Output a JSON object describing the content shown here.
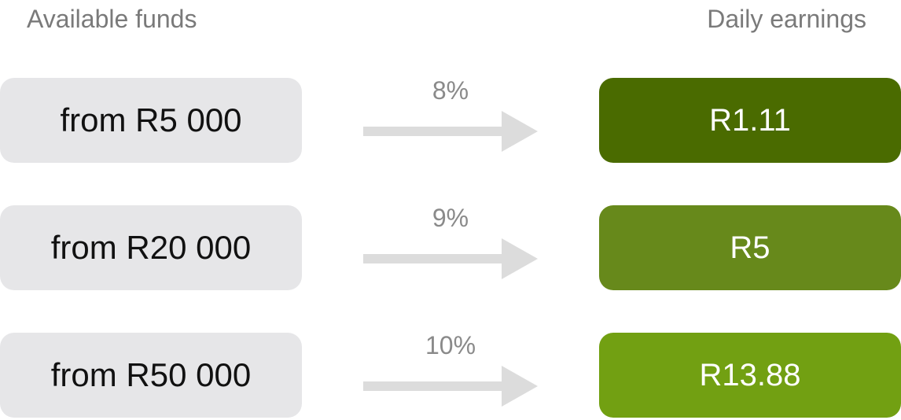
{
  "headers": {
    "left": "Available funds",
    "right": "Daily earnings"
  },
  "tiers": [
    {
      "funds": "from R5 000",
      "rate": "8%",
      "earnings": "R1.11",
      "color": "#4a6b00"
    },
    {
      "funds": "from R20 000",
      "rate": "9%",
      "earnings": "R5",
      "color": "#67891b"
    },
    {
      "funds": "from R50 000",
      "rate": "10%",
      "earnings": "R13.88",
      "color": "#72a012"
    }
  ],
  "colors": {
    "funds_box": "#e6e6e8",
    "arrow": "#dcdcdc",
    "header_text": "#7a7a7a"
  }
}
